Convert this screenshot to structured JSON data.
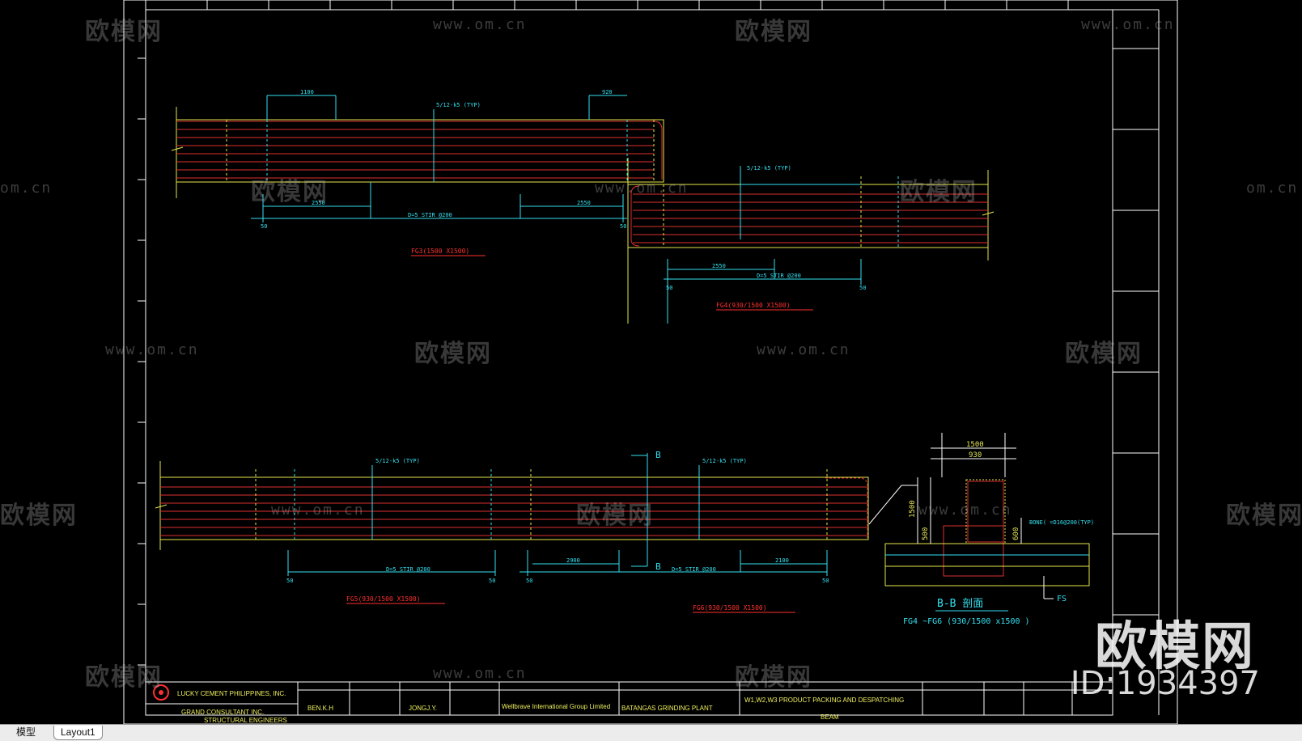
{
  "colors": {
    "background": "#000000",
    "rebar": "#e03030",
    "outline": "#e6e64a",
    "dimension": "#33e0f0",
    "label": "#ff3030",
    "border": "#ffffff"
  },
  "beams": {
    "fg3": "FG3(1500 X1500)",
    "fg4": "FG4(930/1500 X1500)",
    "fg5": "FG5(930/1500 X1500)",
    "fg6": "FG6(930/1500 X1500)"
  },
  "dimensions": {
    "d_1100": "1100",
    "d_920": "920",
    "d_2550": "2550",
    "d_2550b": "2550",
    "d_2550c": "2550",
    "d_2900": "2900",
    "d_2100": "2100",
    "d_50": "50",
    "stirrup": "D=5 STIR @200",
    "typ": "5/12-k5 (TYP)"
  },
  "section": {
    "marker_b": "B",
    "title": "B-B  剖面",
    "subtitle": "FG4 ~FG6 (930/1500 x1500 )",
    "dim_1500_top": "1500",
    "dim_930": "930",
    "dim_1500_side": "1500",
    "dim_500": "500",
    "dim_600": "600",
    "fs_label": "FS",
    "bond_note": "BONE( =D16@200(TYP)"
  },
  "title_block": {
    "company1": "LUCKY CEMENT PHILIPPINES, INC.",
    "company2": "GRAND CONSULTANT INC.",
    "company3": "STRUCTURAL ENGINEERS",
    "contractor": "Wellbrave International Group Limited",
    "project": "BATANGAS GRINDING PLANT",
    "drawing_title1": "W1,W2,W3 PRODUCT PACKING AND DESPATCHING",
    "drawing_title2": "BEAM",
    "checked": "JONGJ.Y.",
    "designed": "BEN.K.H"
  },
  "watermarks": {
    "brand": "欧模网",
    "url": "www.om.cn",
    "url_partial": "om.cn",
    "id": "ID:1934397"
  },
  "tabs": {
    "model": "模型",
    "layout1": "Layout1"
  }
}
